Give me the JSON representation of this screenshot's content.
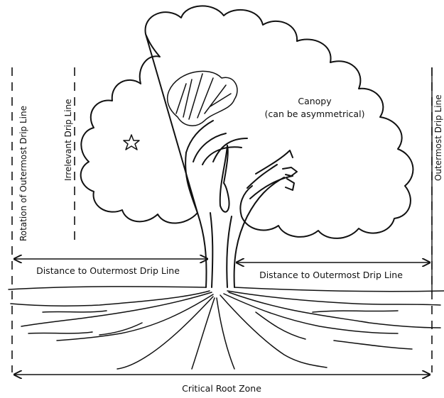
{
  "labels": {
    "rotation_drip_line": "Rotation of Outermost Drip Line",
    "irrelevant_drip_line": "Irrelevant Drip Line",
    "outermost_drip_line": "Outermost Drip Line",
    "canopy_line1": "Canopy",
    "canopy_line2": "(can be asymmetrical)",
    "distance_left": "Distance to Outermost Drip Line",
    "distance_right": "Distance to Outermost Drip Line",
    "critical_root_zone": "Critical Root Zone"
  },
  "colors": {
    "ink": "#111111",
    "background": "#ffffff"
  }
}
